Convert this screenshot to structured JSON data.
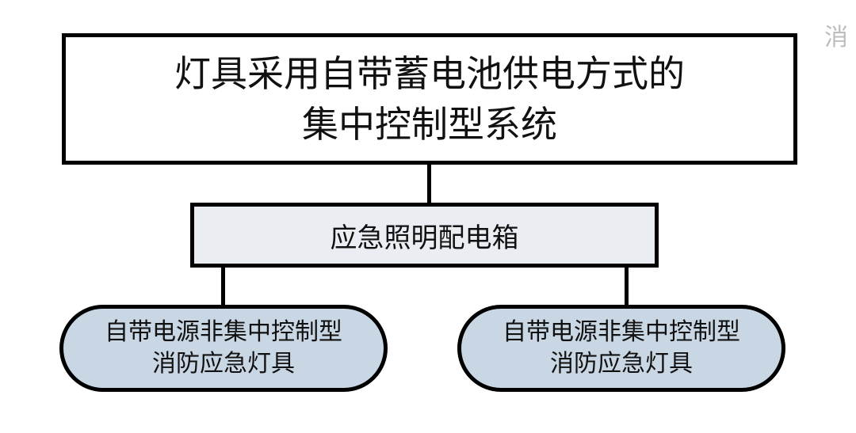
{
  "diagram": {
    "top": {
      "line1": "灯具采用自带蓄电池供电方式的",
      "line2": "集中控制型系统"
    },
    "middle": {
      "label": "应急照明配电箱"
    },
    "left": {
      "line1": "自带电源非集中控制型",
      "line2": "消防应急灯具"
    },
    "right": {
      "line1": "自带电源非集中控制型",
      "line2": "消防应急灯具"
    }
  },
  "watermark": "消"
}
